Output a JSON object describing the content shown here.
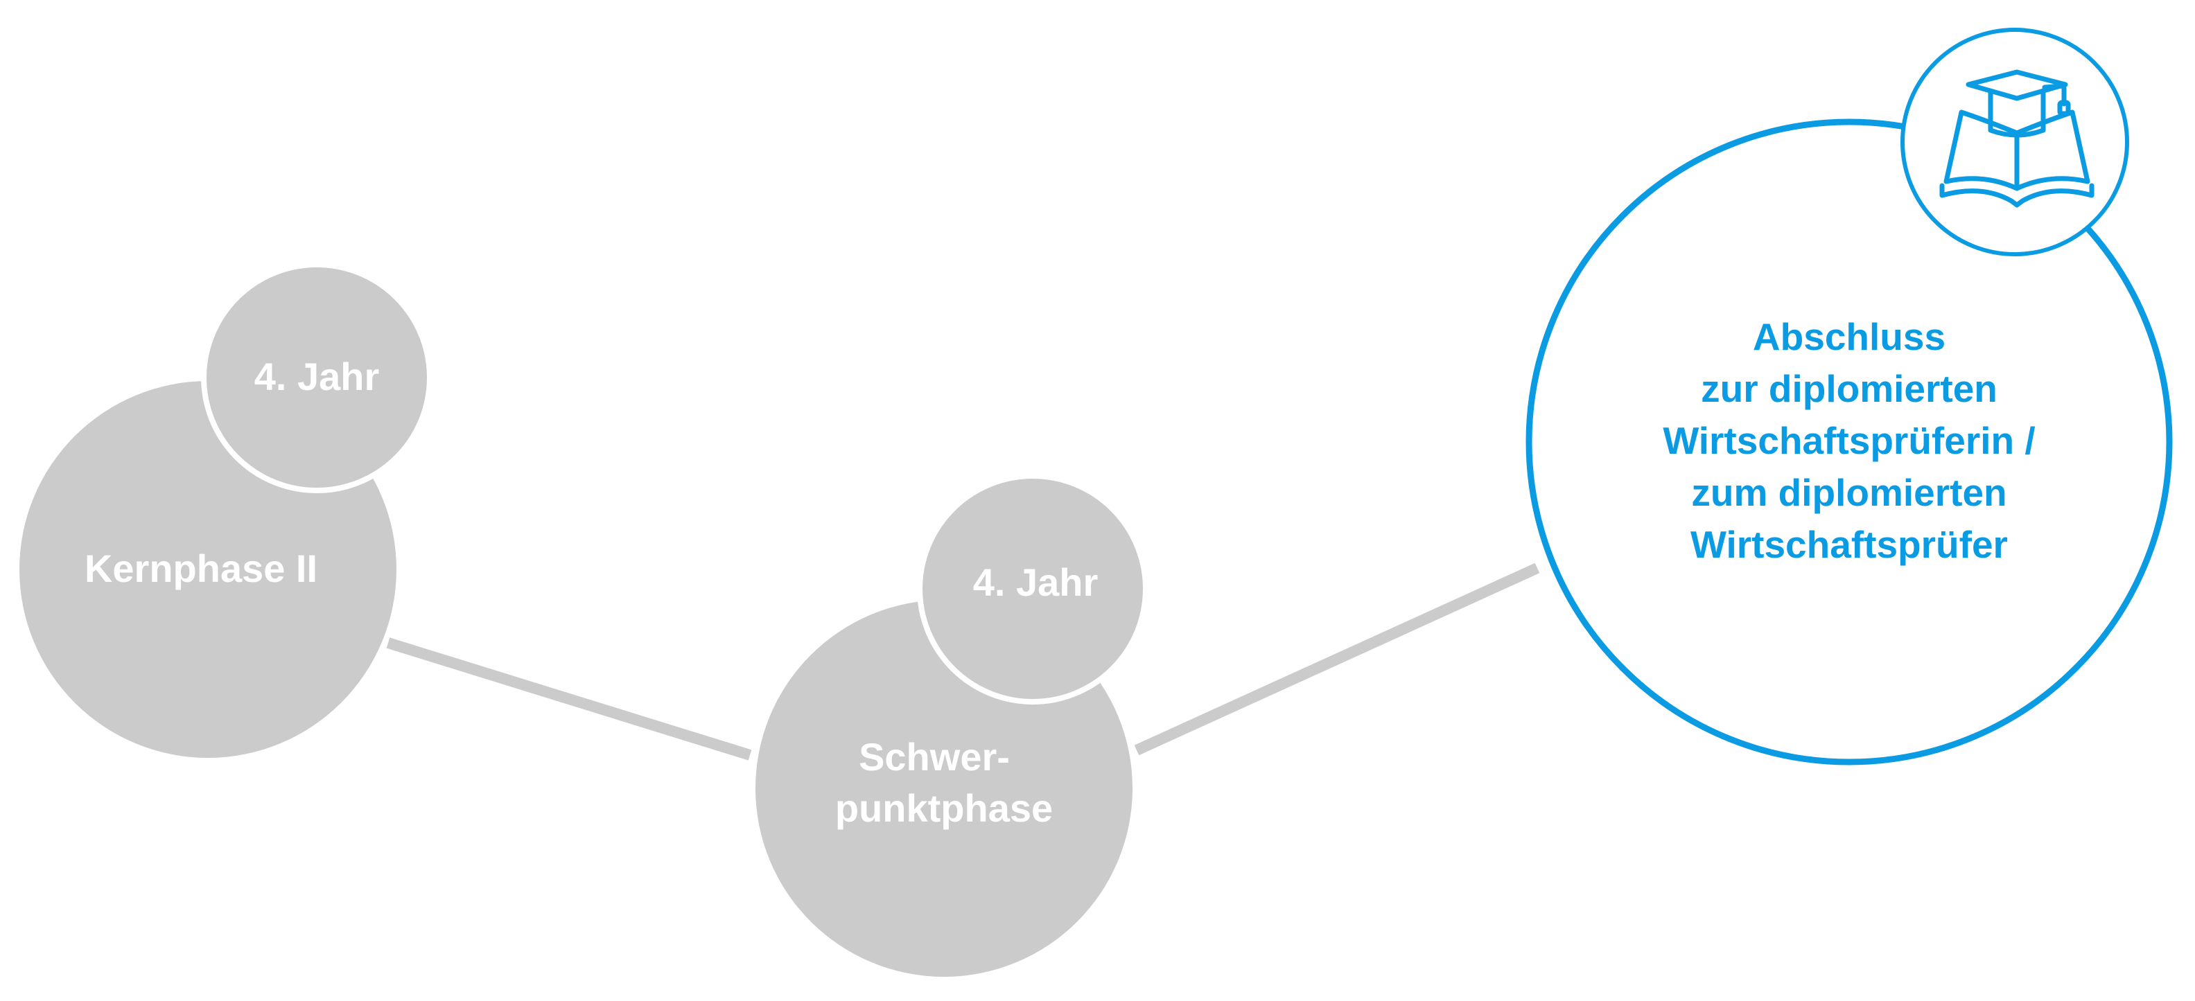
{
  "colors": {
    "background": "#ffffff",
    "phase_gray": "#cbcbcb",
    "connector_gray": "#cbcbcb",
    "accent_blue": "#0a9be2",
    "text_on_gray": "#ffffff"
  },
  "phases": [
    {
      "label_lines": [
        "Kernphase II"
      ],
      "year_badge": "4. Jahr"
    },
    {
      "label_lines": [
        "Schwer-",
        "punktphase"
      ],
      "year_badge": "4. Jahr"
    }
  ],
  "goal": {
    "label_lines": [
      "Abschluss",
      "zur diplomierten",
      "Wirtschaftsprüferin /",
      "zum diplomierten",
      "Wirtschaftsprüfer"
    ],
    "icon": "graduation-book-icon"
  }
}
